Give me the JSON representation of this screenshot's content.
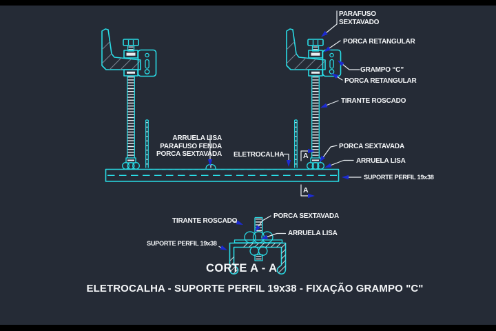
{
  "colors": {
    "bg": "#252b36",
    "cyan": "#29dce6",
    "txt": "#f4f6f8",
    "lead": "#e9eef2",
    "blue": "#1c2bd0",
    "gray": "#78818f"
  },
  "callouts": {
    "parafuso_sextavado_l1": "PARAFUSO",
    "parafuso_sextavado_l2": "SEXTAVADO",
    "porca_retangular_1": "PORCA RETANGULAR",
    "grampo_c": "GRAMPO “C”",
    "porca_retangular_2": "PORCA RETANGULAR",
    "tirante_roscado_1": "TIRANTE ROSCADO",
    "arruela_lisa_1": "ARRUELA LISA",
    "parafuso_fenda": "PARAFUSO FENDA",
    "porca_sextavada_1": "PORCA SEXTAVADA",
    "eletrocalha": "ELETROCALHA",
    "porca_sextavada_2": "PORCA SEXTAVADA",
    "arruela_lisa_2": "ARRUELA LISA",
    "suporte_perfil_1": "SUPORTE PERFIL 19x38",
    "tirante_roscado_2": "TIRANTE ROSCADO",
    "porca_sextavada_3": "PORCA SEXTAVADA",
    "arruela_lisa_3": "ARRUELA LISA",
    "suporte_perfil_2": "SUPORTE PERFIL 19x38"
  },
  "section": {
    "marker": "A",
    "title": "CORTE A - A"
  },
  "title": "ELETROCALHA - SUPORTE PERFIL 19x38 - FIXAÇÃO GRAMPO \"C\""
}
